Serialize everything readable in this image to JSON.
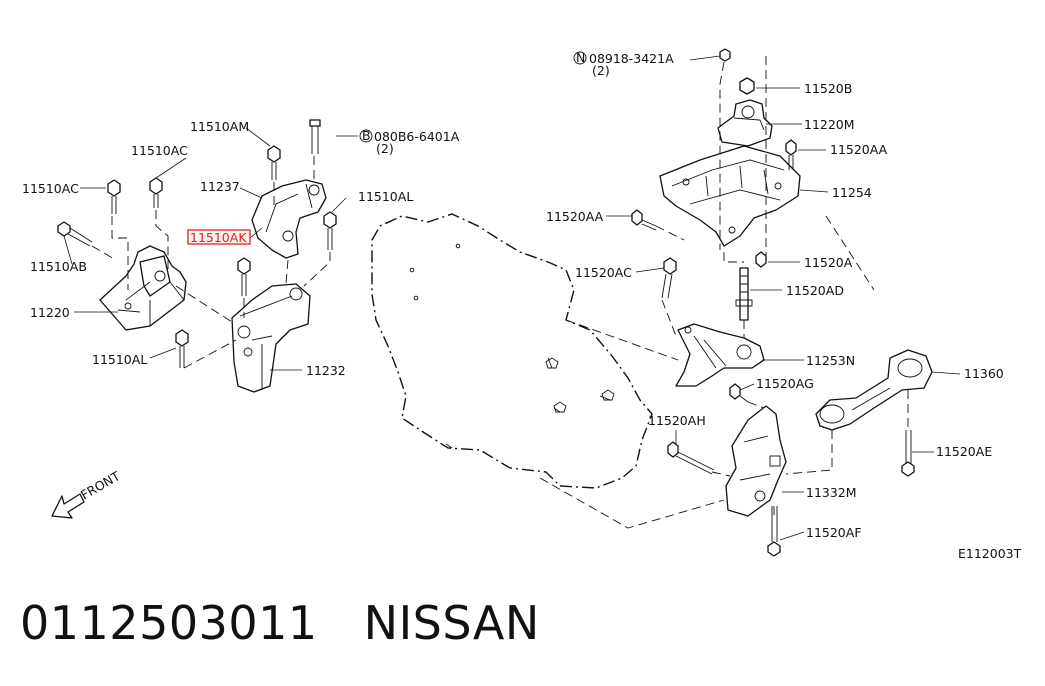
{
  "labels": {
    "p11510AM": "11510AM",
    "p11510AC_a": "11510AC",
    "p11510AC_b": "11510AC",
    "p11237": "11237",
    "p11510AK": "11510AK",
    "p11510AL_a": "11510AL",
    "p11510AB": "11510AB",
    "p11220": "11220",
    "p11510AL_b": "11510AL",
    "p11232": "11232",
    "b08086": "080B6-6401A",
    "b08086_qty": "(2)",
    "n08918": "08918-3421A",
    "n08918_qty": "(2)",
    "p11520B": "11520B",
    "p11220M": "11220M",
    "p11520AA_a": "11520AA",
    "p11254": "11254",
    "p11520AA_b": "11520AA",
    "p11520AC": "11520AC",
    "p11520A": "11520A",
    "p11520AD": "11520AD",
    "p11253N": "11253N",
    "p11520AG": "11520AG",
    "p11360": "11360",
    "p11520AH": "11520AH",
    "p11520AE": "11520AE",
    "p11332M": "11332M",
    "p11520AF": "11520AF",
    "front": "FRONT",
    "diagram_code": "E112003T",
    "circle_b": "B",
    "circle_n": "N"
  },
  "highlight": {
    "part": "11510AK",
    "color": "#e02020"
  },
  "footer": {
    "part_number": "0112503011",
    "brand": "NISSAN"
  }
}
